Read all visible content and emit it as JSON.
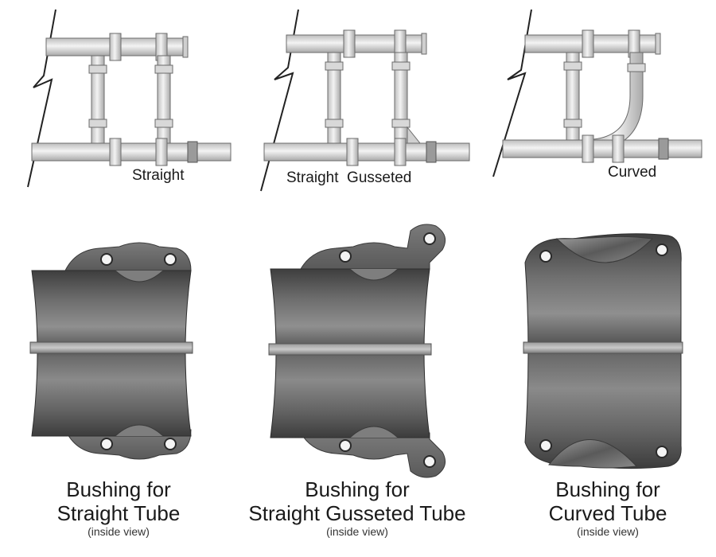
{
  "diagrams": [
    {
      "label": "Straight"
    },
    {
      "label": "Straight  Gusseted"
    },
    {
      "label": "Curved"
    }
  ],
  "bushings": [
    {
      "line1": "Bushing for",
      "line2": "Straight Tube",
      "sub": "(inside view)"
    },
    {
      "line1": "Bushing for",
      "line2": "Straight Gusseted Tube",
      "sub": "(inside view)"
    },
    {
      "line1": "Bushing for",
      "line2": "Curved Tube",
      "sub": "(inside view)"
    }
  ],
  "colors": {
    "tube_fill": "#e4e4e4",
    "tube_stroke": "#6b6b6b",
    "metal_dark": "#4a4a4a",
    "metal_light": "#8a8a8a"
  }
}
